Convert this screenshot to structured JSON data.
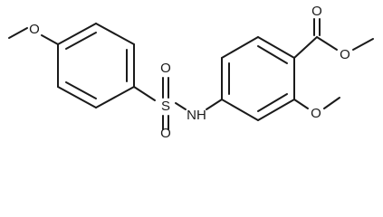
{
  "molecule": {
    "atoms": {
      "o_methoxy_left": "O",
      "s_sulfonyl": "S",
      "o_sulfonyl_top": "O",
      "o_sulfonyl_bottom": "O",
      "nh_sulfonamide": "NH",
      "o_carbonyl": "O",
      "o_ester": "O",
      "o_methoxy_right": "O"
    }
  }
}
